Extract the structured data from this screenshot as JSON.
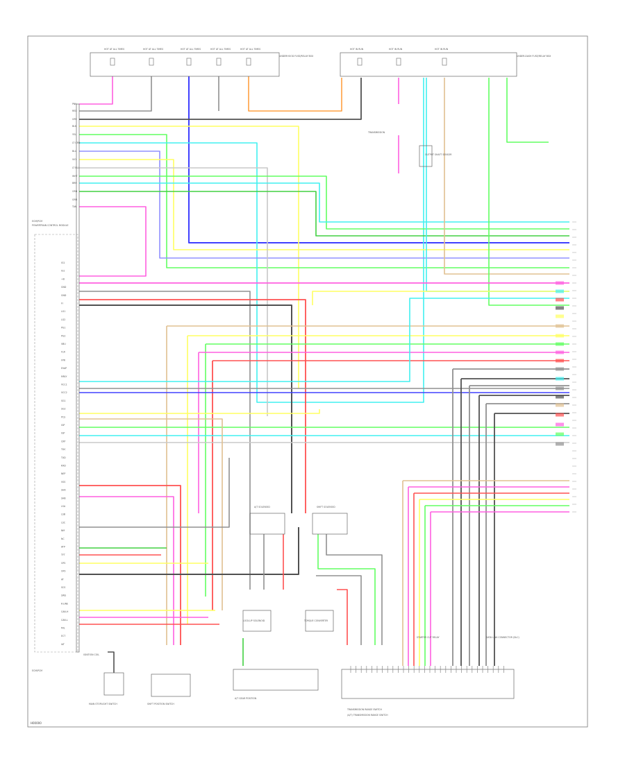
{
  "diagram": {
    "footer_code": "H00000",
    "colors": {
      "pink": "#ff5fe0",
      "red": "#ff5050",
      "gray": "#909090",
      "dark": "#505050",
      "yellow": "#ffff60",
      "lt_green": "#60ff60",
      "green": "#40d040",
      "blue": "#4040ff",
      "violet": "#9090ff",
      "cyan": "#40f0f0",
      "orange": "#ffa040",
      "tan": "#e0c090",
      "lt_gray": "#c8c8c8"
    },
    "top_fuses": [
      "HOT AT ALL TIMES",
      "HOT AT ALL TIMES",
      "HOT AT ALL TIMES",
      "HOT AT ALL TIMES",
      "HOT AT ALL TIMES"
    ],
    "top_fuse_note": "UNDERHOOD FUSE/RELAY BOX",
    "right_fuses": [
      "HOT IN RUN",
      "HOT IN RUN",
      "HOT IN RUN"
    ],
    "right_fuse_note": "UNDER-DASH FUSE/RELAY BOX",
    "ecm_label": "ECM/PCM",
    "ecm_note": "POWERTRAIN CONTROL MODULE",
    "left_labels": [
      "IG1",
      "IG1",
      "+B",
      "GND",
      "GND",
      "FI",
      "LG1",
      "LG2",
      "PG1",
      "PG2",
      "VBU",
      "FLR",
      "FPR",
      "EVAP",
      "MRLY",
      "VCC1",
      "VCC2",
      "SG1",
      "SG2",
      "PCS",
      "IGP",
      "IGP",
      "CKP",
      "TDC",
      "TXD",
      "RXD",
      "NEP",
      "VSS",
      "SHA",
      "SHB",
      "LSA",
      "LSB",
      "LSC",
      "NM",
      "NC",
      "ATP",
      "TFT",
      "OP2",
      "OP3",
      "AT",
      "SCS",
      "SWS",
      "K-LINE",
      "CAN-H",
      "CAN-L",
      "MIL",
      "ECT",
      "IAT"
    ],
    "wire_codes": [
      "PNK",
      "RED",
      "GRY",
      "BLK",
      "YEL",
      "LT GRN",
      "BLU",
      "VIO",
      "LT BLU",
      "WHT",
      "BRN",
      "ORN",
      "GRN",
      "TAN"
    ],
    "bottom_labels": [
      "MAIN STOPLIGHT SWITCH",
      "SHIFT POSITION SWITCH",
      "A/T GEAR POSITION",
      "TRANSMISSION RANGE SWITCH",
      "DATA LINK CONNECTOR (DLC)",
      "IGNITION COIL",
      "STARTER CUT RELAY"
    ],
    "mid_labels": [
      "A/T SOLENOID",
      "SHIFT SOLENOID",
      "LOCK-UP SOLENOID",
      "TORQUE CONVERTER",
      "TRANSMISSION",
      "OUTPUT SHAFT SENSOR"
    ],
    "bottom_right_note": "(A/T) TRANSMISSION RANGE SWITCH"
  }
}
